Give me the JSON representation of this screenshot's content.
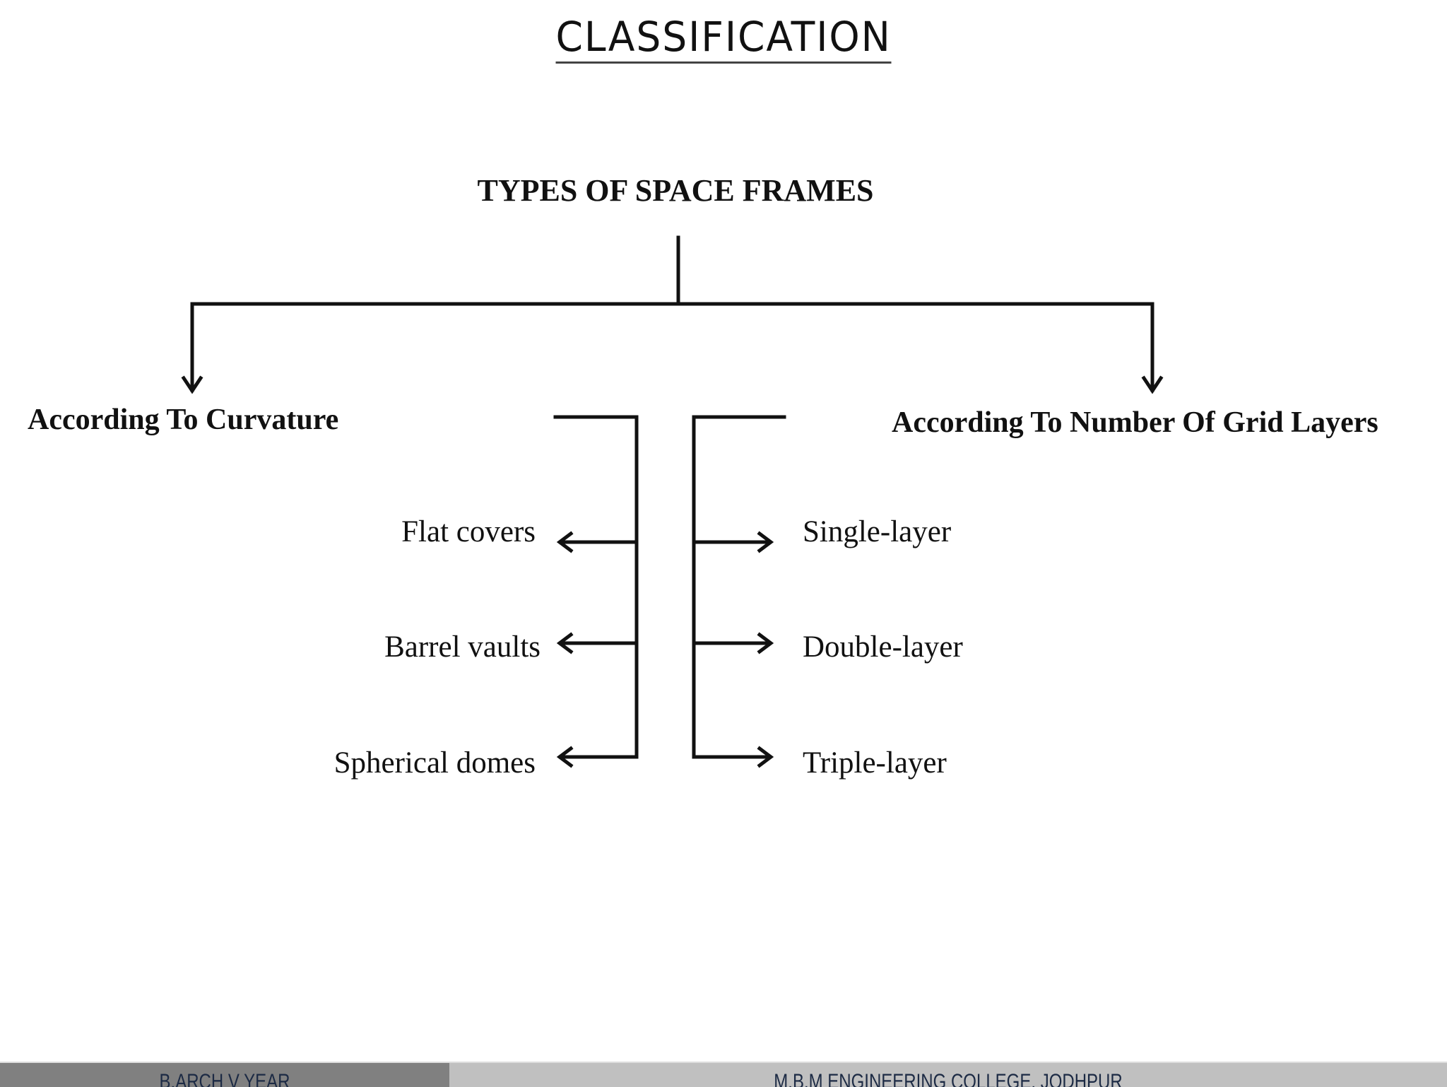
{
  "title": "CLASSIFICATION",
  "diagram": {
    "root": "TYPES OF SPACE FRAMES",
    "categories": [
      {
        "label": "According To Curvature",
        "items": [
          "Flat covers",
          "Barrel vaults",
          "Spherical domes"
        ]
      },
      {
        "label": "According To Number Of Grid Layers",
        "items": [
          "Single-layer",
          "Double-layer",
          "Triple-layer"
        ]
      }
    ]
  },
  "footer": {
    "left": "B.ARCH V YEAR",
    "right": "M.B.M ENGINEERING COLLEGE, JODHPUR",
    "left_bg": "#808080",
    "right_bg": "#c0c0c0"
  }
}
